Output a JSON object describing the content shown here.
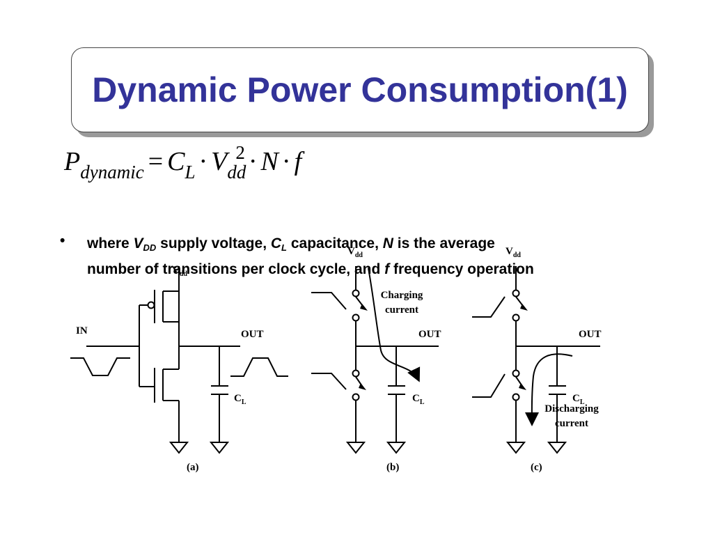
{
  "slide": {
    "title": "Dynamic Power Consumption(1)",
    "formula": {
      "P": "P",
      "P_sub": "dynamic",
      "equals": "=",
      "C": "C",
      "C_sub": "L",
      "dot1": "·",
      "V": "V",
      "V_sub": "dd",
      "V_sup": "2",
      "dot2": "·",
      "N": "N",
      "dot3": "·",
      "f": "f"
    },
    "bullet": {
      "marker": "•",
      "where": "where ",
      "V": "V",
      "V_sub": "DD",
      "supply": " supply voltage,  ",
      "C": "C",
      "C_sub": "L",
      "cap": " capacitance, ",
      "N": "N",
      "line1_end": " is the average",
      "line2": "number of transitions per clock cycle, and ",
      "f": "f",
      "freq": " frequency operation"
    }
  },
  "diagram": {
    "a": {
      "vdd": "V",
      "vdd_sub": "dd",
      "in_label": "IN",
      "out_label": "OUT",
      "cl": "C",
      "cl_sub": "L",
      "caption": "(a)"
    },
    "b": {
      "vdd": "V",
      "vdd_sub": "dd",
      "current_line1": "Charging",
      "current_line2": "current",
      "out_label": "OUT",
      "cl": "C",
      "cl_sub": "L",
      "caption": "(b)"
    },
    "c": {
      "vdd": "V",
      "vdd_sub": "dd",
      "current_line1": "Discharging",
      "current_line2": "current",
      "out_label": "OUT",
      "cl": "C",
      "cl_sub": "L",
      "caption": "(c)"
    }
  }
}
